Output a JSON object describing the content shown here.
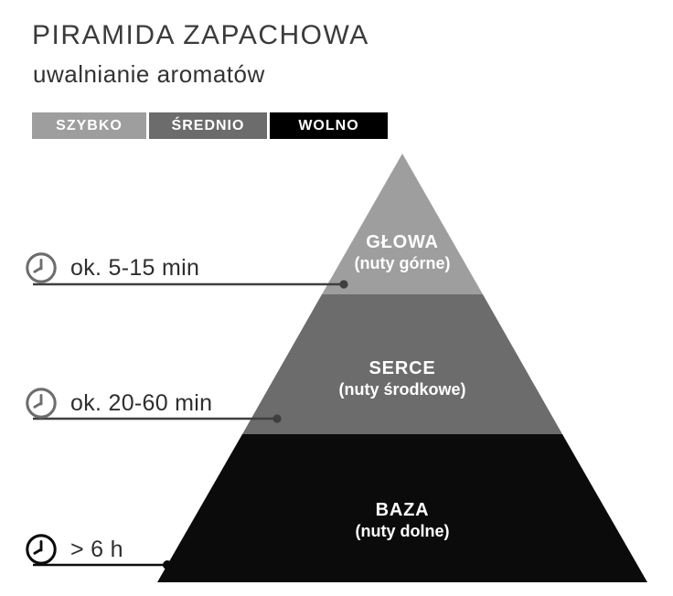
{
  "title": "PIRAMIDA ZAPACHOWA",
  "subtitle": "uwalnianie aromatów",
  "legend": {
    "items": [
      {
        "label": "SZYBKO",
        "color": "#9e9e9e"
      },
      {
        "label": "ŚREDNIO",
        "color": "#6c6c6c"
      },
      {
        "label": "WOLNO",
        "color": "#000000"
      }
    ]
  },
  "pyramid": {
    "levels": [
      {
        "name": "GŁOWA",
        "note_type": "(nuty górne)",
        "release_time": "ok. 5-15 min",
        "color": "#9e9e9e",
        "speed_legend": "SZYBKO"
      },
      {
        "name": "SERCE",
        "note_type": "(nuty środkowe)",
        "release_time": "ok. 20-60 min",
        "color": "#6c6c6c",
        "speed_legend": "ŚREDNIO"
      },
      {
        "name": "BAZA",
        "note_type": "(nuty dolne)",
        "release_time": "> 6 h",
        "color": "#0b0b0b",
        "speed_legend": "WOLNO"
      }
    ]
  },
  "icons": {
    "time": "clock-icon"
  },
  "colors": {
    "title_text": "#3b3b3b",
    "time_text": "#2e2e2e",
    "connector_gray": "#3f3f3f",
    "connector_black": "#0b0b0b"
  }
}
